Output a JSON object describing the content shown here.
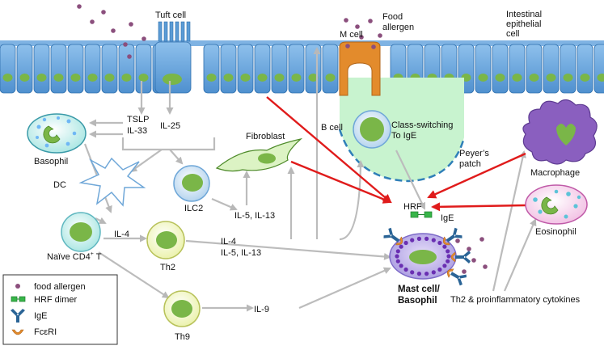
{
  "labels": {
    "tuft_cell": "Tuft cell",
    "food_allergen_top_line1": "Food",
    "food_allergen_top_line2": "allergen",
    "m_cell": "M cell",
    "intestinal_line1": "Intestinal",
    "intestinal_line2": "epithelial",
    "intestinal_line3": "cell",
    "tslp": "TSLP",
    "il33": "IL-33",
    "il25": "IL-25",
    "basophil": "Basophil",
    "dc": "DC",
    "ilc2": "ILC2",
    "fibroblast": "Fibroblast",
    "b_cell": "B cell",
    "class_switch_line1": "Class-switching",
    "class_switch_line2": "To IgE",
    "peyers_line1": "Peyer’s",
    "peyers_line2": "patch",
    "macrophage": "Macrophage",
    "hrf": "HRF",
    "ige_center": "IgE",
    "eosinophil": "Eosinophil",
    "il5_il13": "IL-5, IL-13",
    "il4_a": "IL-4",
    "naive_cd4_main": "Naïve CD4",
    "naive_cd4_sup": "+",
    "naive_cd4_t": " T",
    "th2": "Th2",
    "il4_b": "IL-4",
    "il5_il13_b": "IL-5, IL-13",
    "mast_line1": "Mast cell/",
    "mast_line2": "Basophil",
    "th9": "Th9",
    "il9": "IL-9",
    "th2_cytokines": "Th2 & proinflammatory cytokines"
  },
  "legend": {
    "items": [
      {
        "label": "food allergen",
        "icon": "allergen-dot-icon"
      },
      {
        "label": "HRF dimer",
        "icon": "hrf-dimer-icon"
      },
      {
        "label": "IgE",
        "icon": "ige-antibody-icon"
      },
      {
        "label": "FcεRI",
        "icon": "fceri-receptor-icon"
      }
    ]
  },
  "colors": {
    "epithelium": "#5b9bd5",
    "epithelium_light": "#a9cdf0",
    "nucleus": "#7ab648",
    "m_cell": "#e38b2c",
    "peyers_patch": "#c8f3cf",
    "peyers_border": "#2f7fb8",
    "allergen": "#8b4f7d",
    "red_arrow": "#e01b1b",
    "gray_arrow": "#bdbdbd",
    "macrophage": "#8a5fbf",
    "mast_cell": "#b9a8e8",
    "ige_blue": "#2a6496",
    "hrf_green": "#38b549"
  }
}
